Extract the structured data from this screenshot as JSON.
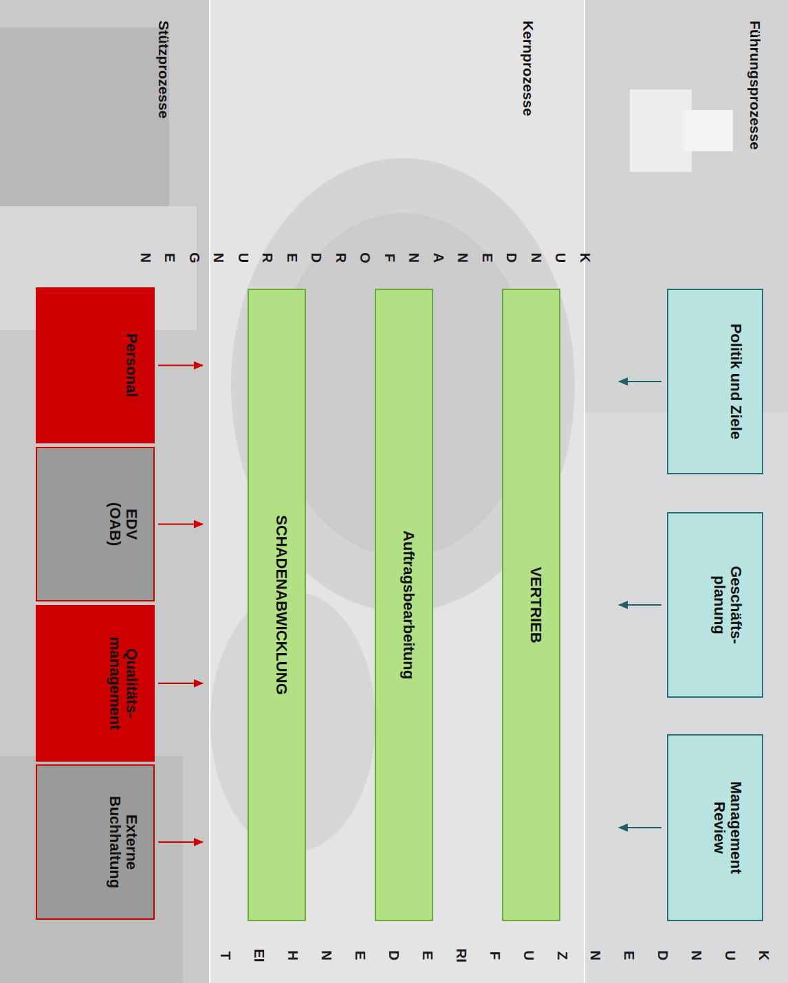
{
  "diagram": {
    "nodes": [
      {
        "text": [
          "Führungsprozesse"
        ]
      },
      {
        "text": [
          "Politik und Ziele"
        ],
        "in": 0
      },
      {
        "text": [
          "Geschäfts- planung"
        ],
        "in": 0
      },
      {
        "text": [
          "Management Review"
        ],
        "in": 0
      },
      {
        "text": [
          "Kernprozesse"
        ]
      },
      {
        "text": [
          "VERTRIEB"
        ],
        "in": 4
      },
      {
        "text": [
          "Auftragsbearbeitung"
        ],
        "in": 4
      },
      {
        "text": [
          "SCHADENABWICKLUNG"
        ],
        "in": 4
      },
      {
        "text": [
          "Stützprozesse"
        ]
      },
      {
        "text": [
          "Personal"
        ],
        "in": 8
      },
      {
        "text": [
          "EDV (OAB)"
        ],
        "in": 8
      },
      {
        "text": [
          "Qualitäts- management"
        ],
        "in": 8
      },
      {
        "text": [
          "Externe Buchhaltung"
        ],
        "in": 8
      }
    ],
    "edges": [
      {
        "from": 1,
        "to": 4,
        "arrow": "to"
      },
      {
        "from": 2,
        "to": 4,
        "arrow": "to"
      },
      {
        "from": 3,
        "to": 4,
        "arrow": "to"
      },
      {
        "from": 9,
        "to": 4,
        "arrow": "to"
      },
      {
        "from": 10,
        "to": 4,
        "arrow": "to"
      },
      {
        "from": 11,
        "to": 4,
        "arrow": "to"
      },
      {
        "from": 12,
        "to": 4,
        "arrow": "to"
      }
    ],
    "labels": [
      "KUNDENANFORDERUNGEN",
      "KUNDENZUFRIEDENHEIT"
    ]
  }
}
